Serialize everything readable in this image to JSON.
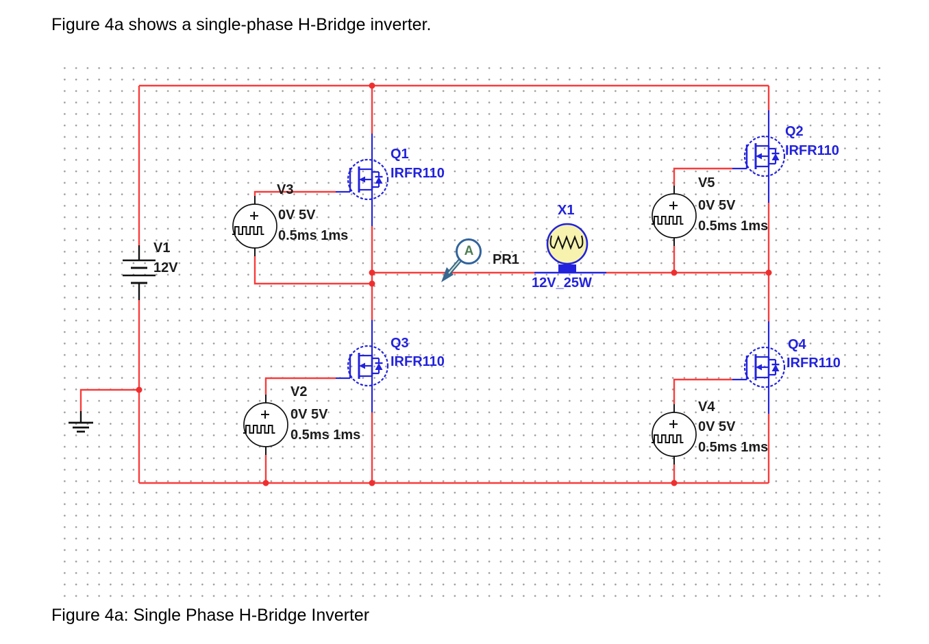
{
  "title": "Figure 4a shows a single-phase H-Bridge inverter.",
  "caption": "Figure 4a: Single Phase H-Bridge Inverter",
  "colors": {
    "wire_red": "#f93b3b",
    "symbol_blue": "#2222dd",
    "label_black": "#1c1c1c",
    "label_blue": "#2222dd",
    "lamp_fill": "#f7f2ae",
    "probe_ring": "#31639c",
    "probe_letter_green": "#4e7d52",
    "grid_dot": "#9b9b9b"
  },
  "components": {
    "v1": {
      "ref": "V1",
      "value": "12V"
    },
    "v2": {
      "ref": "V2",
      "levels": "0V 5V",
      "timing": "0.5ms 1ms"
    },
    "v3": {
      "ref": "V3",
      "levels": "0V 5V",
      "timing": "0.5ms 1ms"
    },
    "v4": {
      "ref": "V4",
      "levels": "0V 5V",
      "timing": "0.5ms 1ms"
    },
    "v5": {
      "ref": "V5",
      "levels": "0V 5V",
      "timing": "0.5ms 1ms"
    },
    "q1": {
      "ref": "Q1",
      "model": "IRFR110"
    },
    "q2": {
      "ref": "Q2",
      "model": "IRFR110"
    },
    "q3": {
      "ref": "Q3",
      "model": "IRFR110"
    },
    "q4": {
      "ref": "Q4",
      "model": "IRFR110"
    },
    "x1": {
      "ref": "X1",
      "rating": "12V_25W"
    },
    "pr1": {
      "ref": "PR1",
      "meter_letter": "A"
    }
  }
}
